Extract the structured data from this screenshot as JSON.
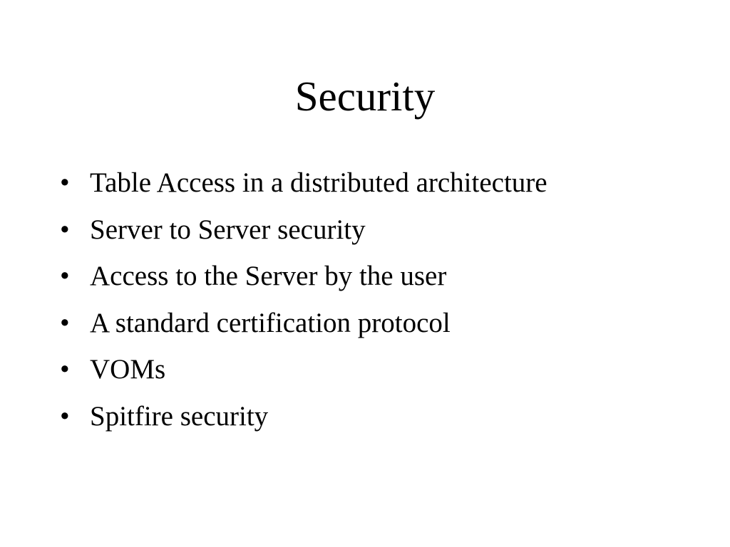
{
  "slide": {
    "title": "Security",
    "bullet_glyph": "•",
    "bullets": [
      "Table Access in a distributed architecture",
      "Server to Server security",
      "Access to the Server by the user",
      "A standard certification protocol",
      "VOMs",
      "Spitfire security"
    ]
  }
}
